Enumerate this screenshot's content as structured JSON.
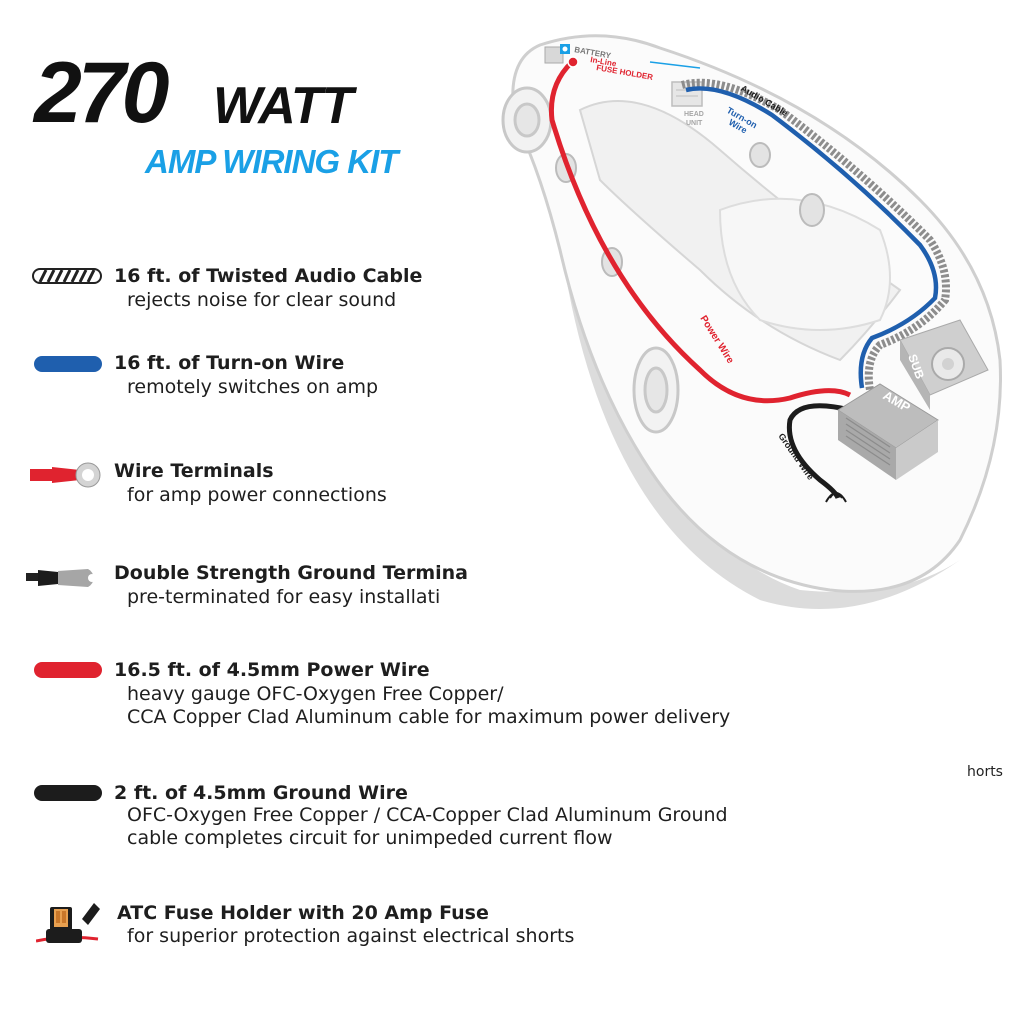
{
  "header": {
    "number": "270",
    "unit": "WATT",
    "subtitle": "AMP WIRING KIT"
  },
  "features": [
    {
      "icon": "twisted-audio-cable-icon",
      "title": "16 ft. of Twisted Audio Cable",
      "desc": [
        "rejects noise for clear sound"
      ]
    },
    {
      "icon": "turn-on-wire-icon",
      "title": "16 ft. of Turn-on Wire",
      "desc": [
        "remotely switches on amp"
      ]
    },
    {
      "icon": "wire-terminal-icon",
      "title": "Wire Terminals",
      "desc": [
        "for amp power connections"
      ]
    },
    {
      "icon": "ground-terminal-icon",
      "title": "Double Strength Ground Termina",
      "desc": [
        "pre-terminated for easy installati"
      ]
    },
    {
      "icon": "power-wire-icon",
      "title": "16.5 ft. of 4.5mm Power Wire",
      "desc": [
        "heavy gauge OFC-Oxygen Free Copper/",
        "CCA  Copper Clad Aluminum cable for maximum power delivery"
      ]
    },
    {
      "icon": "ground-wire-icon",
      "title": "2 ft. of 4.5mm Ground Wire",
      "desc": [
        "OFC-Oxygen Free Copper / CCA-Copper Clad Aluminum Ground",
        " cable completes circuit for unimpeded current flow"
      ]
    },
    {
      "icon": "fuse-holder-icon",
      "title": "ATC Fuse Holder with 20 Amp Fuse",
      "desc": [
        "for superior protection against electrical shorts"
      ]
    }
  ],
  "stray_text": "horts",
  "diagram": {
    "battery": "BATTERY",
    "fuse_holder_line1": "In-Line",
    "fuse_holder_line2": "FUSE HOLDER",
    "audio_cable": "Audio Cable",
    "head_unit_line1": "HEAD",
    "head_unit_line2": "UNIT",
    "turn_on_line1": "Turn-on",
    "turn_on_line2": "Wire",
    "power_wire": "Power Wire",
    "ground_wire": "Ground Wire",
    "amp": "AMP",
    "sub": "SUB"
  },
  "colors": {
    "accent_blue": "#1aa0e6",
    "power_red": "#e0232f",
    "turn_on_blue": "#1f5fae",
    "ground_black": "#1c1c1c"
  }
}
